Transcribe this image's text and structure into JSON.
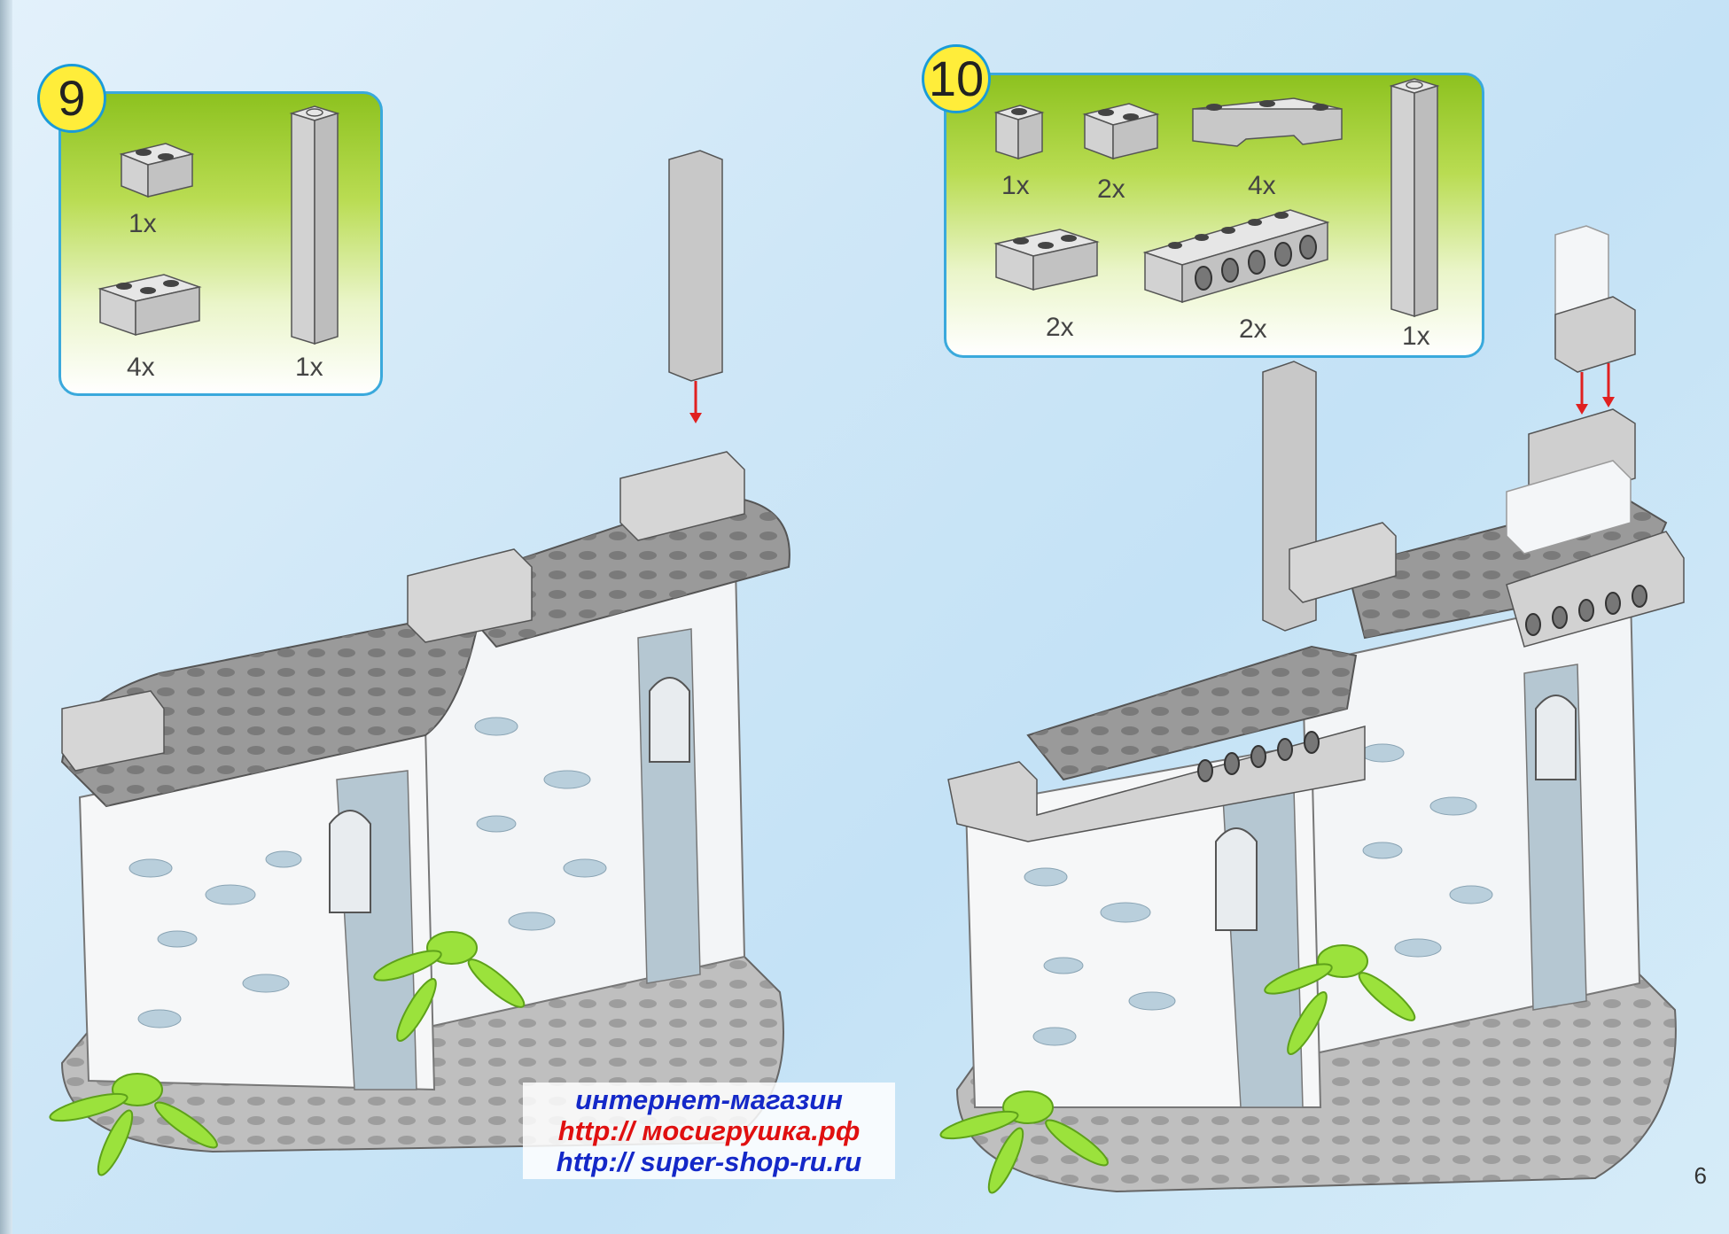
{
  "steps": [
    {
      "number": "9",
      "parts": [
        {
          "qty": "1x",
          "part": "brick-1x2"
        },
        {
          "qty": "4x",
          "part": "brick-1x3"
        },
        {
          "qty": "1x",
          "part": "column-tall"
        }
      ]
    },
    {
      "number": "10",
      "parts": [
        {
          "qty": "1x",
          "part": "brick-1x1"
        },
        {
          "qty": "2x",
          "part": "brick-1x2"
        },
        {
          "qty": "4x",
          "part": "arch-brick"
        },
        {
          "qty": "2x",
          "part": "brick-1x3"
        },
        {
          "qty": "2x",
          "part": "technic-brick-holes"
        },
        {
          "qty": "1x",
          "part": "column-tall"
        }
      ]
    }
  ],
  "shop": {
    "line1": "интернет-магазин",
    "line2": "http:// мосигрушка.рф",
    "line3": "http:// super-shop-ru.ru"
  },
  "page_number": "6",
  "colors": {
    "box_border": "#3aa9dc",
    "step_badge": "#ffed3a",
    "brick_grey": "#bdbdbd",
    "plant_green": "#9be23c"
  }
}
